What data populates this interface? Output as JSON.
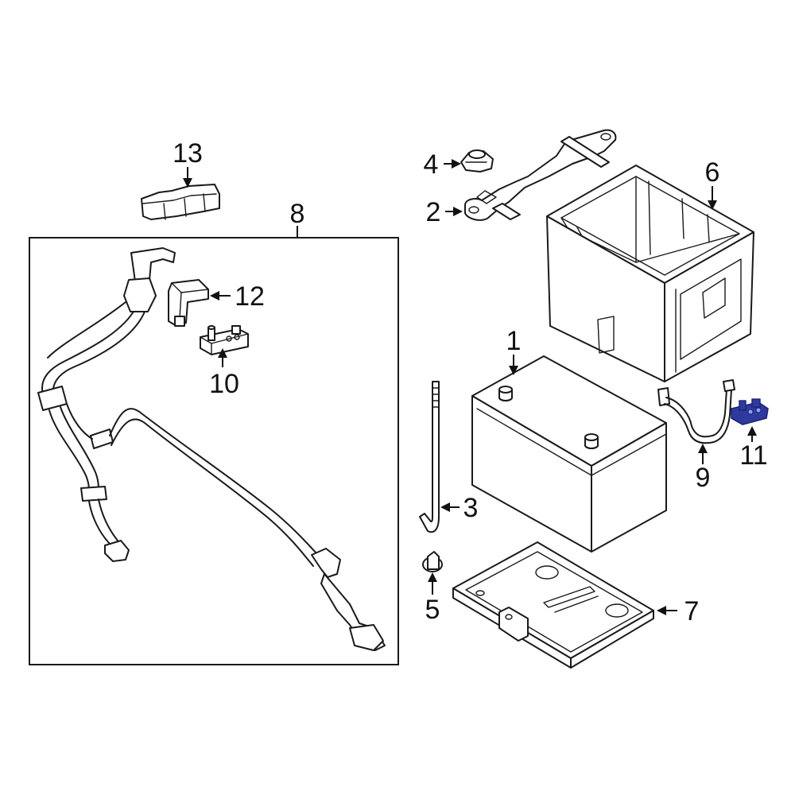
{
  "callouts": [
    {
      "id": "1",
      "label": "1"
    },
    {
      "id": "2",
      "label": "2"
    },
    {
      "id": "3",
      "label": "3"
    },
    {
      "id": "4",
      "label": "4"
    },
    {
      "id": "5",
      "label": "5"
    },
    {
      "id": "6",
      "label": "6"
    },
    {
      "id": "7",
      "label": "7"
    },
    {
      "id": "8",
      "label": "8"
    },
    {
      "id": "9",
      "label": "9"
    },
    {
      "id": "10",
      "label": "10"
    },
    {
      "id": "11",
      "label": "11"
    },
    {
      "id": "12",
      "label": "12"
    },
    {
      "id": "13",
      "label": "13"
    }
  ],
  "colors": {
    "line": "#1a1a1a",
    "highlight_part": "#2f3a9e"
  },
  "highlighted_callout": "11"
}
